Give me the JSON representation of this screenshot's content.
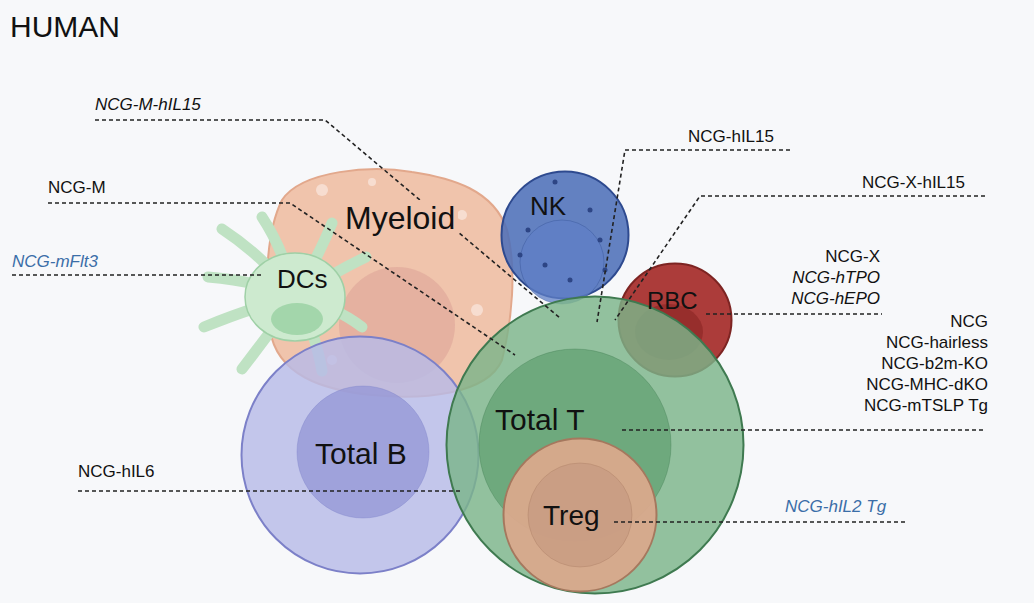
{
  "diagram": {
    "title": "HUMAN",
    "nodes": [
      {
        "text": [
          "Myeloid"
        ]
      },
      {
        "text": [
          "DCs"
        ]
      },
      {
        "text": [
          "NK"
        ]
      },
      {
        "text": [
          "RBC"
        ]
      },
      {
        "text": [
          "Total B"
        ]
      },
      {
        "text": [
          "Total T"
        ]
      },
      {
        "text": [
          "Treg"
        ],
        "in": 5
      }
    ],
    "labels": [
      "NCG-M-hIL15",
      "NCG-M",
      "NCG-mFlt3",
      "NCG-hIL15",
      "NCG-X-hIL15",
      "NCG-X",
      "NCG-hTPO",
      "NCG-hEPO",
      "NCG",
      "NCG-hairless",
      "NCG-b2m-KO",
      "NCG-MHC-dKO",
      "NCG-mTSLP Tg",
      "NCG-hIL6",
      "NCG-hIL2 Tg"
    ]
  }
}
